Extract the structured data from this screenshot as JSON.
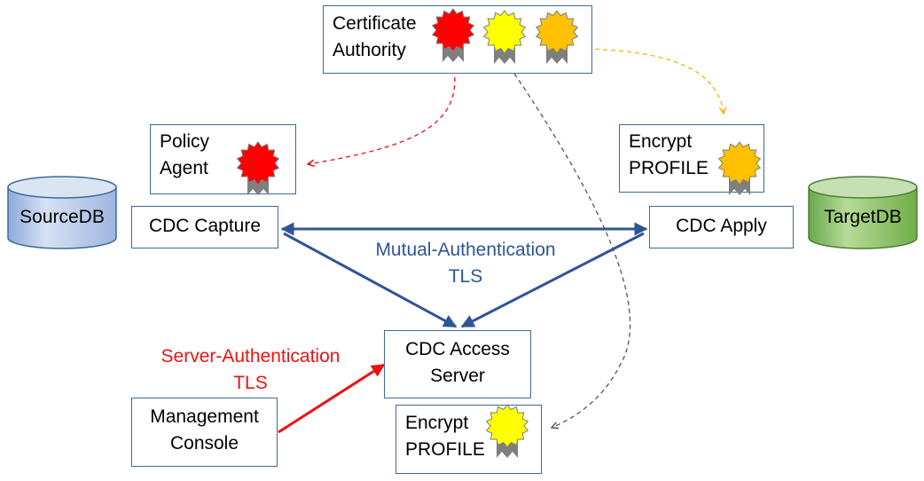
{
  "colors": {
    "box_border": "#3d6a99",
    "mutual_arrow": "#2f5597",
    "server_arrow": "#ee1111",
    "ca_red_dashed": "#ee1111",
    "ca_orange_dashed": "#f5b400",
    "ca_gray_dashed": "#555555",
    "badge_red": "#ff0000",
    "badge_yellow": "#ffff00",
    "badge_orange": "#ffc000",
    "ribbon": "#7f7f7f",
    "source_db": "#b4c7e7",
    "target_db": "#8fc46a",
    "mutual_label": "#2f5597",
    "server_label": "#ee1111"
  },
  "certificate_authority": {
    "line1": "Certificate",
    "line2": "Authority"
  },
  "policy_agent": {
    "line1": "Policy",
    "line2": "Agent"
  },
  "encrypt_profile_top": {
    "line1": "Encrypt",
    "line2": "PROFILE"
  },
  "encrypt_profile_bottom": {
    "line1": "Encrypt",
    "line2": "PROFILE"
  },
  "source_db": {
    "label": "SourceDB"
  },
  "target_db": {
    "label": "TargetDB"
  },
  "cdc_capture": {
    "label": "CDC Capture"
  },
  "cdc_apply": {
    "label": "CDC Apply"
  },
  "cdc_access_server": {
    "line1": "CDC Access",
    "line2": "Server"
  },
  "management_console": {
    "line1": "Management",
    "line2": "Console"
  },
  "mutual_tls": {
    "line1": "Mutual-Authentication",
    "line2": "TLS"
  },
  "server_tls": {
    "line1": "Server-Authentication",
    "line2": "TLS"
  },
  "badges": {
    "ca_red": "certificate-badge-icon",
    "ca_yellow": "certificate-badge-icon",
    "ca_orange": "certificate-badge-icon",
    "policy_agent": "certificate-badge-icon",
    "encrypt_top": "certificate-badge-icon",
    "encrypt_bottom": "certificate-badge-icon"
  }
}
